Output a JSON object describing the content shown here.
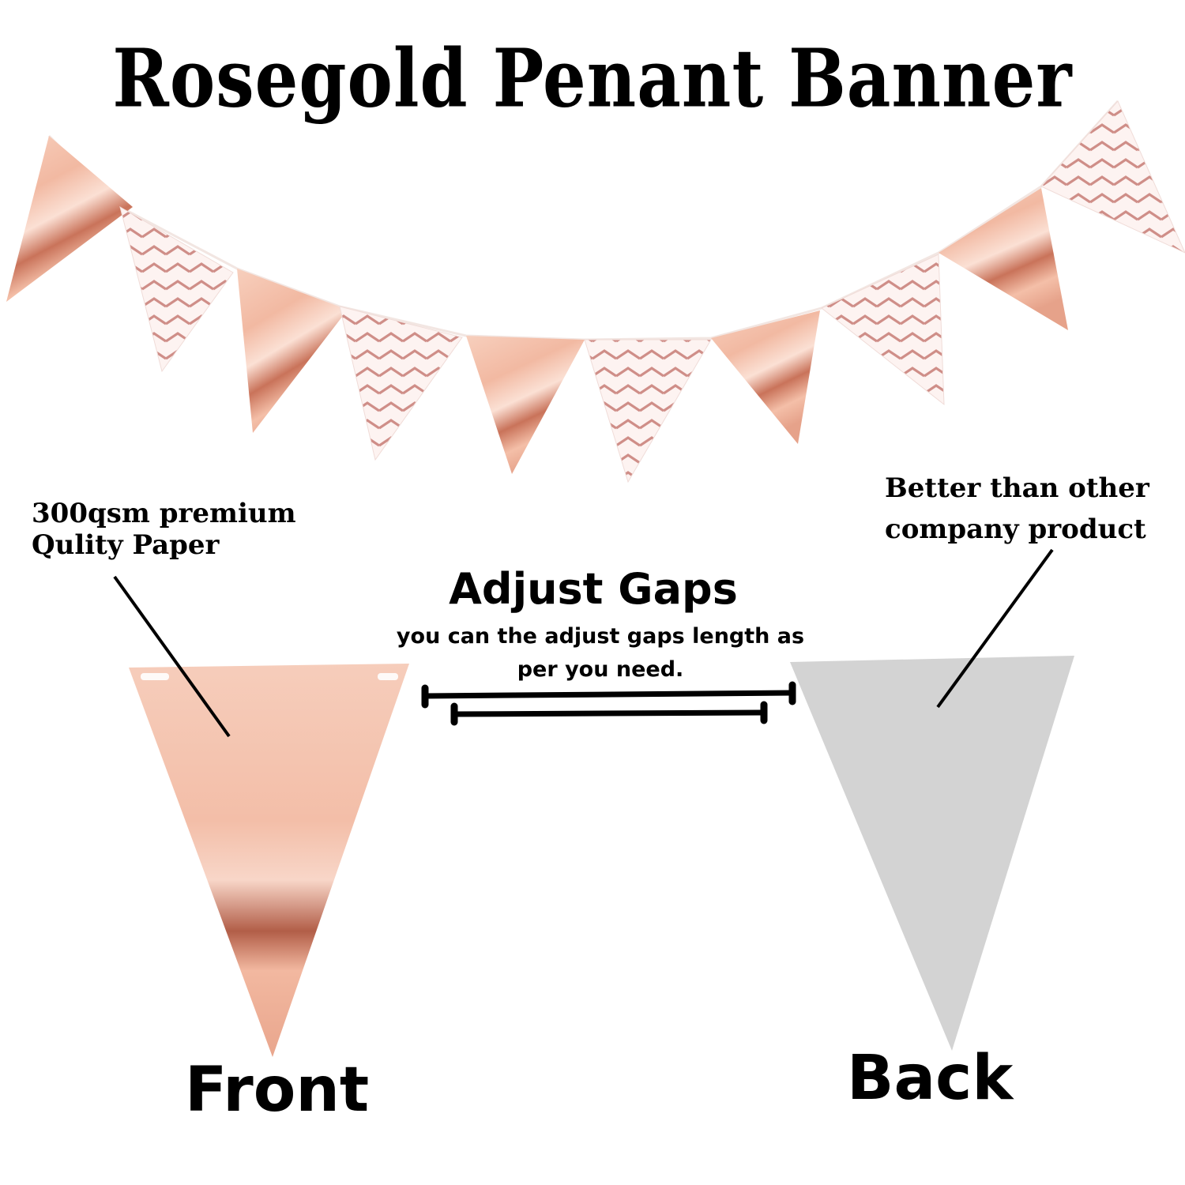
{
  "title": "Rosegold Penant Banner",
  "annotations": {
    "paper_note": [
      "300qsm premium",
      "Qulity Paper"
    ],
    "quality_note": [
      "Better than other",
      "company product"
    ]
  },
  "gaps": {
    "heading": "Adjust Gaps",
    "description": "you can the adjust gaps length as per you need."
  },
  "labels": {
    "front": "Front",
    "back": "Back"
  },
  "colors": {
    "rosegold_light": "#f6cbb8",
    "rosegold_mid": "#e9a58c",
    "rosegold_dark": "#b8674f",
    "chevron": "#c98a86",
    "back_grey": "#d3d3d3",
    "ink": "#000000"
  },
  "banner": {
    "pennant_patterns": [
      "foil",
      "chevron",
      "foil",
      "chevron",
      "foil",
      "chevron",
      "foil",
      "chevron",
      "foil",
      "chevron"
    ]
  }
}
